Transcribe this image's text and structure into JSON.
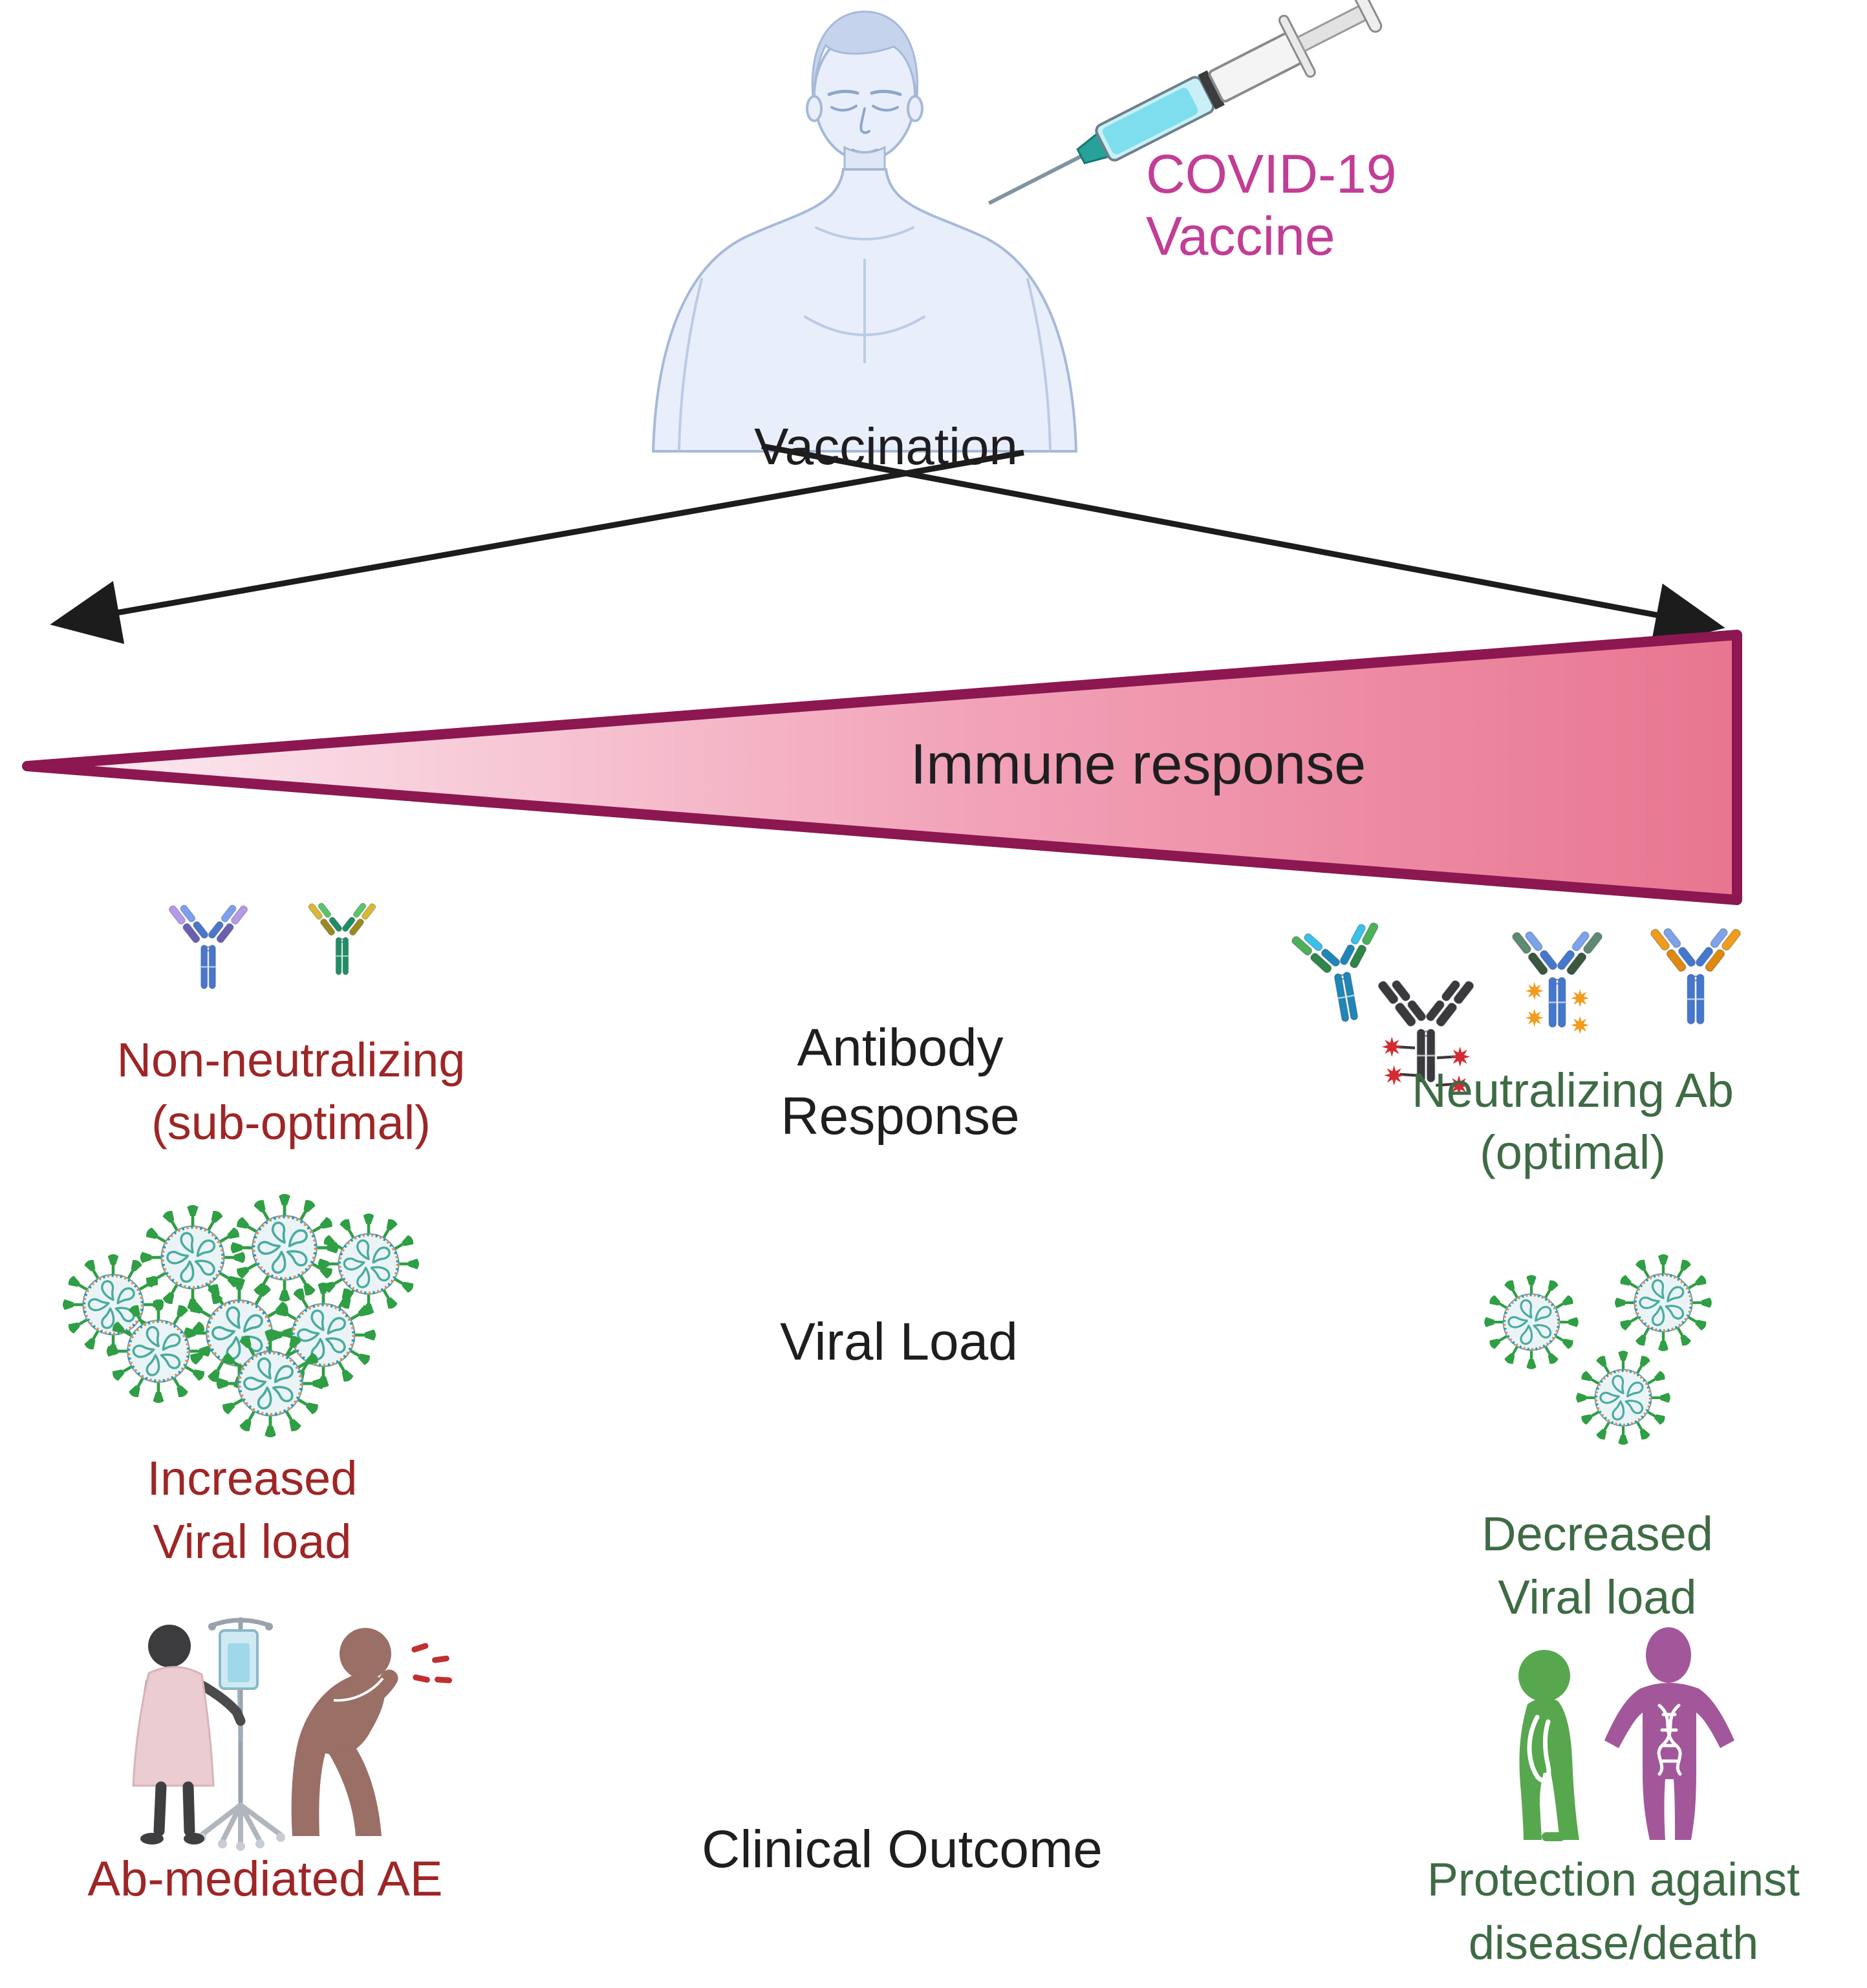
{
  "header": {
    "vaccine_label_line1": "COVID-19",
    "vaccine_label_line2": "Vaccine",
    "vaccination_label": "Vaccination"
  },
  "wedge": {
    "label": "Immune response"
  },
  "antibody_row": {
    "center_line1": "Antibody",
    "center_line2": "Response",
    "left_line1": "Non-neutralizing",
    "left_line2": "(sub-optimal)",
    "right_line1": "Neutralizing Ab",
    "right_line2": "(optimal)"
  },
  "viral_row": {
    "center_label": "Viral Load",
    "left_line1": "Increased",
    "left_line2": "Viral load",
    "right_line1": "Decreased",
    "right_line2": "Viral load"
  },
  "clinical_row": {
    "center_label": "Clinical Outcome",
    "left_label": "Ab-mediated AE",
    "right_line1": "Protection against",
    "right_line2": "disease/death"
  },
  "colors": {
    "accent_pink": "#c23d96",
    "label_red": "#9e2626",
    "label_green": "#3e6b44",
    "label_black": "#1e1e20",
    "arrow_black": "#1c1c1c",
    "wedge_border": "#8c1751",
    "wedge_start": "#fceef4",
    "wedge_mid": "#f2a3b8",
    "wedge_end": "#e87590",
    "virus_spike_green": "#2f9e44",
    "virus_body": "#eaf4f7",
    "virus_rna_teal": "#4aab9e",
    "person_skin_blue": "#e9effa",
    "person_outline_blue": "#a6b9da",
    "syringe_liquid_teal": "#7fdeed",
    "patient_gown_pink": "#ebccd0",
    "cougher_mauve": "#9a6f66",
    "healthy_person_green": "#57a74e",
    "dna_person_purple": "#a2579b"
  },
  "icons": {
    "vaccinated-person-icon": "upper body of man receiving injection",
    "syringe-icon": "syringe with teal vaccine liquid",
    "antibody-icon": "Y-shaped antibody",
    "virus-icon": "coronavirus particle with green spikes",
    "patient-iv-icon": "patient in gown with IV drip stand",
    "coughing-person-icon": "person coughing droplets",
    "healthy-person-icon": "green healthy person",
    "dna-person-icon": "purple person with DNA helix"
  }
}
